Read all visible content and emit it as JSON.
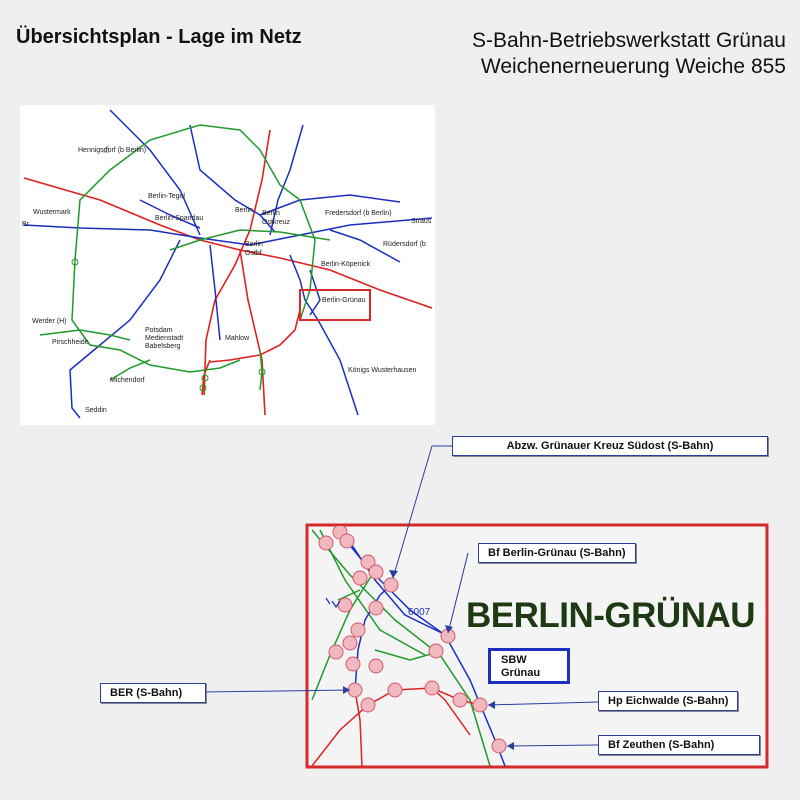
{
  "header": {
    "title": "Übersichtsplan - Lage im Netz",
    "subtitle_line1": "S-Bahn-Betriebswerkstatt Grünau",
    "subtitle_line2": "Weichenerneuerung Weiche 855"
  },
  "overview_map": {
    "places": {
      "hennigsdorf": "Hennigsdorf (b Berlin)",
      "berlin_tegel": "Berlin-Tegel",
      "wustermark": "Wustermark",
      "berlin_spandau": "Berlin-Spandau",
      "berlin": "Berlin",
      "berlin_ostkreuz": "Ostkreuz",
      "fredersdorf": "Fredersdorf (b Berlin)",
      "strausberg": "Straus",
      "ruedersdorf": "Rüdersdorf (b",
      "berlin_ostbf": "Berlin\nOstbf",
      "berlin_koepenick": "Berlin-Köpenick",
      "berlin_gruenau": "Berlin-Grünau",
      "werder": "Werder (H)",
      "potsdam": "Potsdam\nMedienstadt\nBabelsberg",
      "mahlow": "Mahlow",
      "pirschheide": "Pirschheide",
      "michendorf": "Michendorf",
      "koenigs_wusterhausen": "Königs Wusterhausen",
      "seddin": "Seddin",
      "edge_west": "Br"
    }
  },
  "detail_map": {
    "title": "BERLIN-GRÜNAU",
    "track_number": "6007",
    "sbw_box_line1": "SBW",
    "sbw_box_line2": "Grünau",
    "callouts": {
      "abzw": "Abzw. Grünauer Kreuz Südost (S-Bahn)",
      "bf_gruenau": "Bf Berlin-Grünau (S-Bahn)",
      "ber": "BER (S-Bahn)",
      "hp_eichwalde": "Hp Eichwalde (S-Bahn)",
      "bf_zeuthen": "Bf Zeuthen (S-Bahn)"
    }
  },
  "colors": {
    "track_red": "#e02020",
    "track_blue": "#1a2fbf",
    "track_green": "#1f9a2a",
    "frame_red": "#d42a2a",
    "switch_fill": "#f2b8c0"
  }
}
